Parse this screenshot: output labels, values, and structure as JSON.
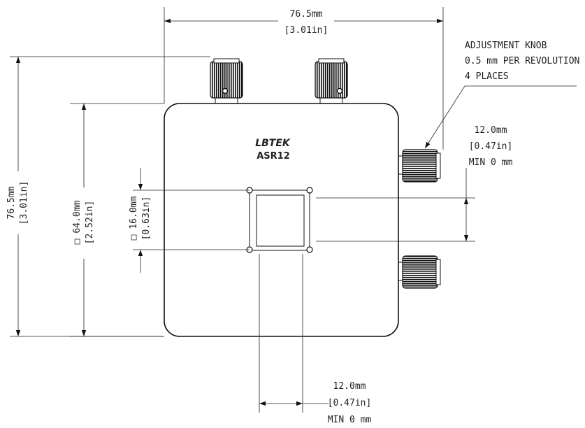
{
  "product": {
    "brand": "LBTEK",
    "model": "ASR12"
  },
  "dimensions": {
    "overall_width": {
      "mm": "76.5mm",
      "inch": "[3.01in]"
    },
    "overall_height": {
      "mm": "76.5mm",
      "inch": "[3.01in]"
    },
    "body_size": {
      "mm": "□ 64.0mm",
      "inch": "[2.52in]"
    },
    "aperture": {
      "mm": "□ 16.0mm",
      "inch": "[0.63in]"
    },
    "slit_vertical": {
      "mm": "12.0mm",
      "inch": "[0.47in]",
      "min": "MIN 0 mm"
    },
    "slit_horizontal": {
      "mm": "12.0mm",
      "inch": "[0.47in]",
      "min": "MIN 0 mm"
    }
  },
  "callout": {
    "line1": "ADJUSTMENT KNOB",
    "line2": "0.5 mm PER REVOLUTION",
    "line3": "4 PLACES"
  }
}
